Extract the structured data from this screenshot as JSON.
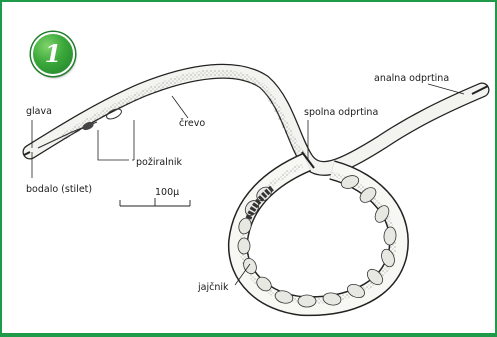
{
  "figure": {
    "number": "1",
    "accent_color": "#1f9a49",
    "labels": {
      "glava": "glava",
      "bodalo": "bodalo (stilet)",
      "poziralnik": "požiralnik",
      "crevo": "črevo",
      "spolna": "spolna odprtina",
      "analna": "analna odprtina",
      "jajcnik": "jajčnik"
    },
    "scale_bar": "100µ"
  }
}
